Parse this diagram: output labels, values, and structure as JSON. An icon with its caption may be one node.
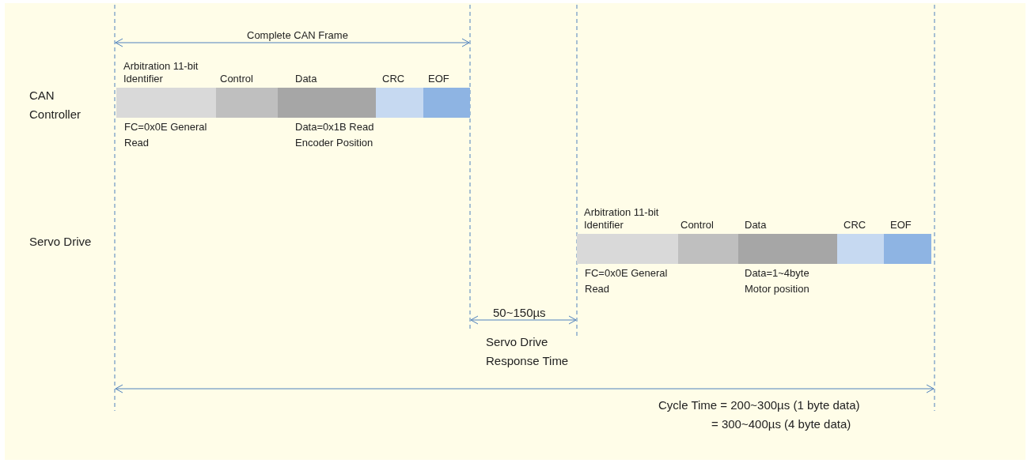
{
  "diagram": {
    "nodes": [
      {
        "text": [
          "Arbitration 11-bit Identifier"
        ],
        "beside": [
          "FC=0x0E General Read"
        ]
      },
      {
        "text": [
          "Control"
        ]
      },
      {
        "text": [
          "Data"
        ],
        "beside": [
          "Data=0x1B Read Encoder Position"
        ]
      },
      {
        "text": [
          "CRC"
        ]
      },
      {
        "text": [
          "EOF"
        ]
      },
      {
        "text": [
          "Arbitration 11-bit Identifier"
        ],
        "beside": [
          "FC=0x0E General Read"
        ]
      },
      {
        "text": [
          "Control"
        ]
      },
      {
        "text": [
          "Data"
        ],
        "beside": [
          "Data=1~4byte Motor position"
        ]
      },
      {
        "text": [
          "CRC"
        ]
      },
      {
        "text": [
          "EOF"
        ]
      }
    ],
    "labels": [
      "Complete CAN Frame",
      "CAN Controller",
      "Servo Drive",
      "50~150µs",
      "Servo Drive Response Time",
      "Cycle Time = 200~300µs (1 byte data)",
      "= 300~400µs (4 byte data)"
    ]
  }
}
